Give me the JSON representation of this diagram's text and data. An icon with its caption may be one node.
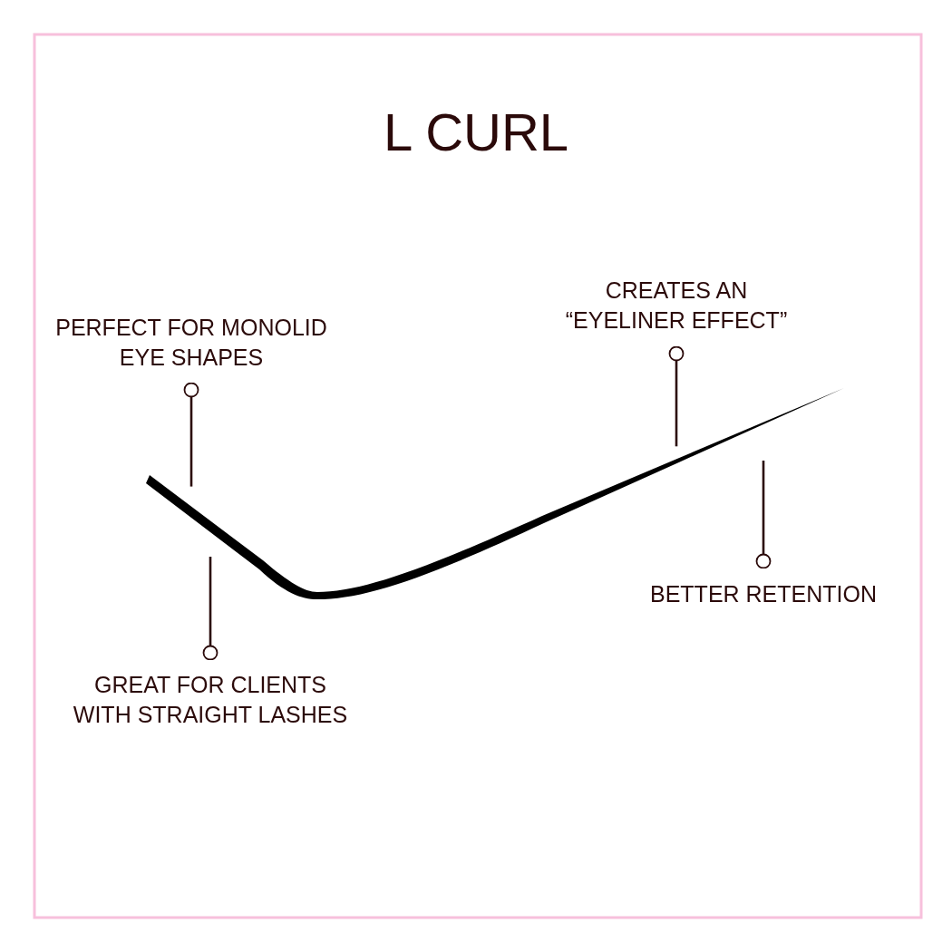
{
  "diagram": {
    "title": "L CURL",
    "nodes": [
      {
        "text": [
          "PERFECT FOR MONOLID EYE SHAPES"
        ]
      },
      {
        "text": [
          "CREATES AN “EYELINER EFFECT”"
        ]
      },
      {
        "text": [],
        "shape": "picture"
      },
      {
        "text": [
          "GREAT FOR CLIENTS WITH STRAIGHT LASHES"
        ]
      },
      {
        "text": [
          "BETTER RETENTION"
        ]
      }
    ],
    "edges": [
      {
        "from": 0,
        "to": 2,
        "arrow": "other"
      },
      {
        "from": 1,
        "to": 2,
        "arrow": "other"
      },
      {
        "from": 3,
        "to": 2,
        "arrow": "other"
      },
      {
        "from": 4,
        "to": 2,
        "arrow": "other"
      }
    ]
  }
}
